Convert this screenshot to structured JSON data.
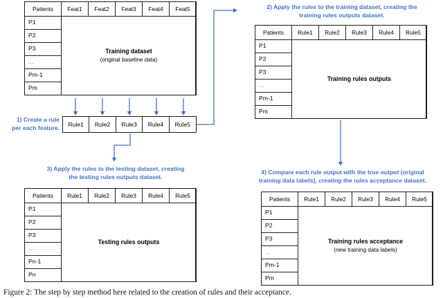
{
  "figure": {
    "caption": "Figure 2: The step by step method here related to the creation of rules and their acceptance.",
    "accent_color": "#4472c4",
    "line_color": "#1a1a1a"
  },
  "steps": {
    "step1": "1) Create a rule\nper each feature.",
    "step1_line1": "1) Create a rule",
    "step1_line2": "per each feature.",
    "step2_line1": "2) Apply the rules to the training dataset, creating the",
    "step2_line2": "training rules outputs dataset.",
    "step3_line1": "3) Apply the rules to the testing dataset, creating",
    "step3_line2": "the testing rules outputs dataset.",
    "step4_line1": "4) Compare each rule output with the true output (original",
    "step4_line2": "training data labels), creating the rules acceptance dataset."
  },
  "tables": {
    "training_dataset": {
      "id_header": "Patients",
      "columns": [
        "Feat1",
        "Feat2",
        "Feat3",
        "Feat4",
        "Feat5"
      ],
      "rows": [
        "P1",
        "P2",
        "P3",
        "...",
        "Pm-1",
        "Pm"
      ],
      "body_title": "Training dataset",
      "body_subtitle": "(original baseline data)"
    },
    "training_rules_outputs": {
      "id_header": "Patients",
      "columns": [
        "Rule1",
        "Rule2",
        "Rule3",
        "Rule4",
        "Rule5"
      ],
      "rows": [
        "P1",
        "P2",
        "P3",
        "...",
        "Pm-1",
        "Pm"
      ],
      "body_title": "Training rules outputs",
      "body_subtitle": ""
    },
    "testing_rules_outputs": {
      "id_header": "Patients",
      "columns": [
        "Rule1",
        "Rule2",
        "Rule3",
        "Rule4",
        "Rule5"
      ],
      "rows": [
        "P1",
        "P2",
        "P3",
        "...",
        "Pn-1",
        "Pn"
      ],
      "body_title": "Testing rules outputs",
      "body_subtitle": ""
    },
    "training_rules_acceptance": {
      "id_header": "Patients",
      "columns": [
        "Rule1",
        "Rule2",
        "Rule3",
        "Rule4",
        "Rule5"
      ],
      "rows": [
        "P1",
        "P2",
        "P3",
        "...",
        "Pm-1",
        "Pm"
      ],
      "body_title": "Training rules acceptance",
      "body_subtitle": "(new training data labels)"
    }
  },
  "rules_strip": {
    "cells": [
      "Rule1",
      "Rule2",
      "Rule3",
      "Rule4",
      "Rule5"
    ]
  }
}
